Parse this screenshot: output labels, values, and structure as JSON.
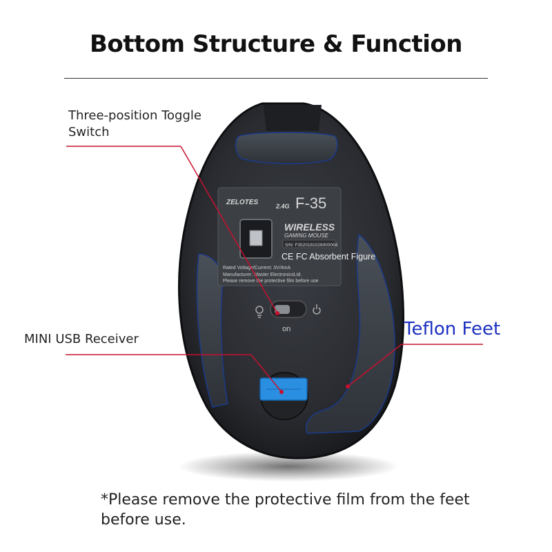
{
  "title": "Bottom Structure & Function",
  "callouts": {
    "toggle_switch_line1": "Three-position Toggle",
    "toggle_switch_line2": "Switch",
    "usb_receiver": "MINI USB Receiver",
    "teflon_feet": "Teflon Feet"
  },
  "label_plate": {
    "brand": "ZELOTES",
    "band": "2.4G",
    "model": "F-35",
    "line1": "WIRELESS",
    "line2": "GAMING MOUSE",
    "serial": "S/N: F3520181026000004",
    "cert": "CE FC Absorbent Figure",
    "rated": "Rated Voltage/Current: 3V/4mA",
    "manufacturer": "Manufacturer: Master ElectronicsLtd.",
    "warning": "Please remove the protective film before use"
  },
  "switch_label": "on",
  "footnote": "*Please remove the protective film from the feet before use.",
  "colors": {
    "callout_line": "#c8102e",
    "teflon_text": "#1a2fbf",
    "receiver_blue": "#2a8fe0"
  },
  "icons": {
    "left_switch_icon": "lightbulb-icon",
    "right_switch_icon": "power-icon"
  }
}
